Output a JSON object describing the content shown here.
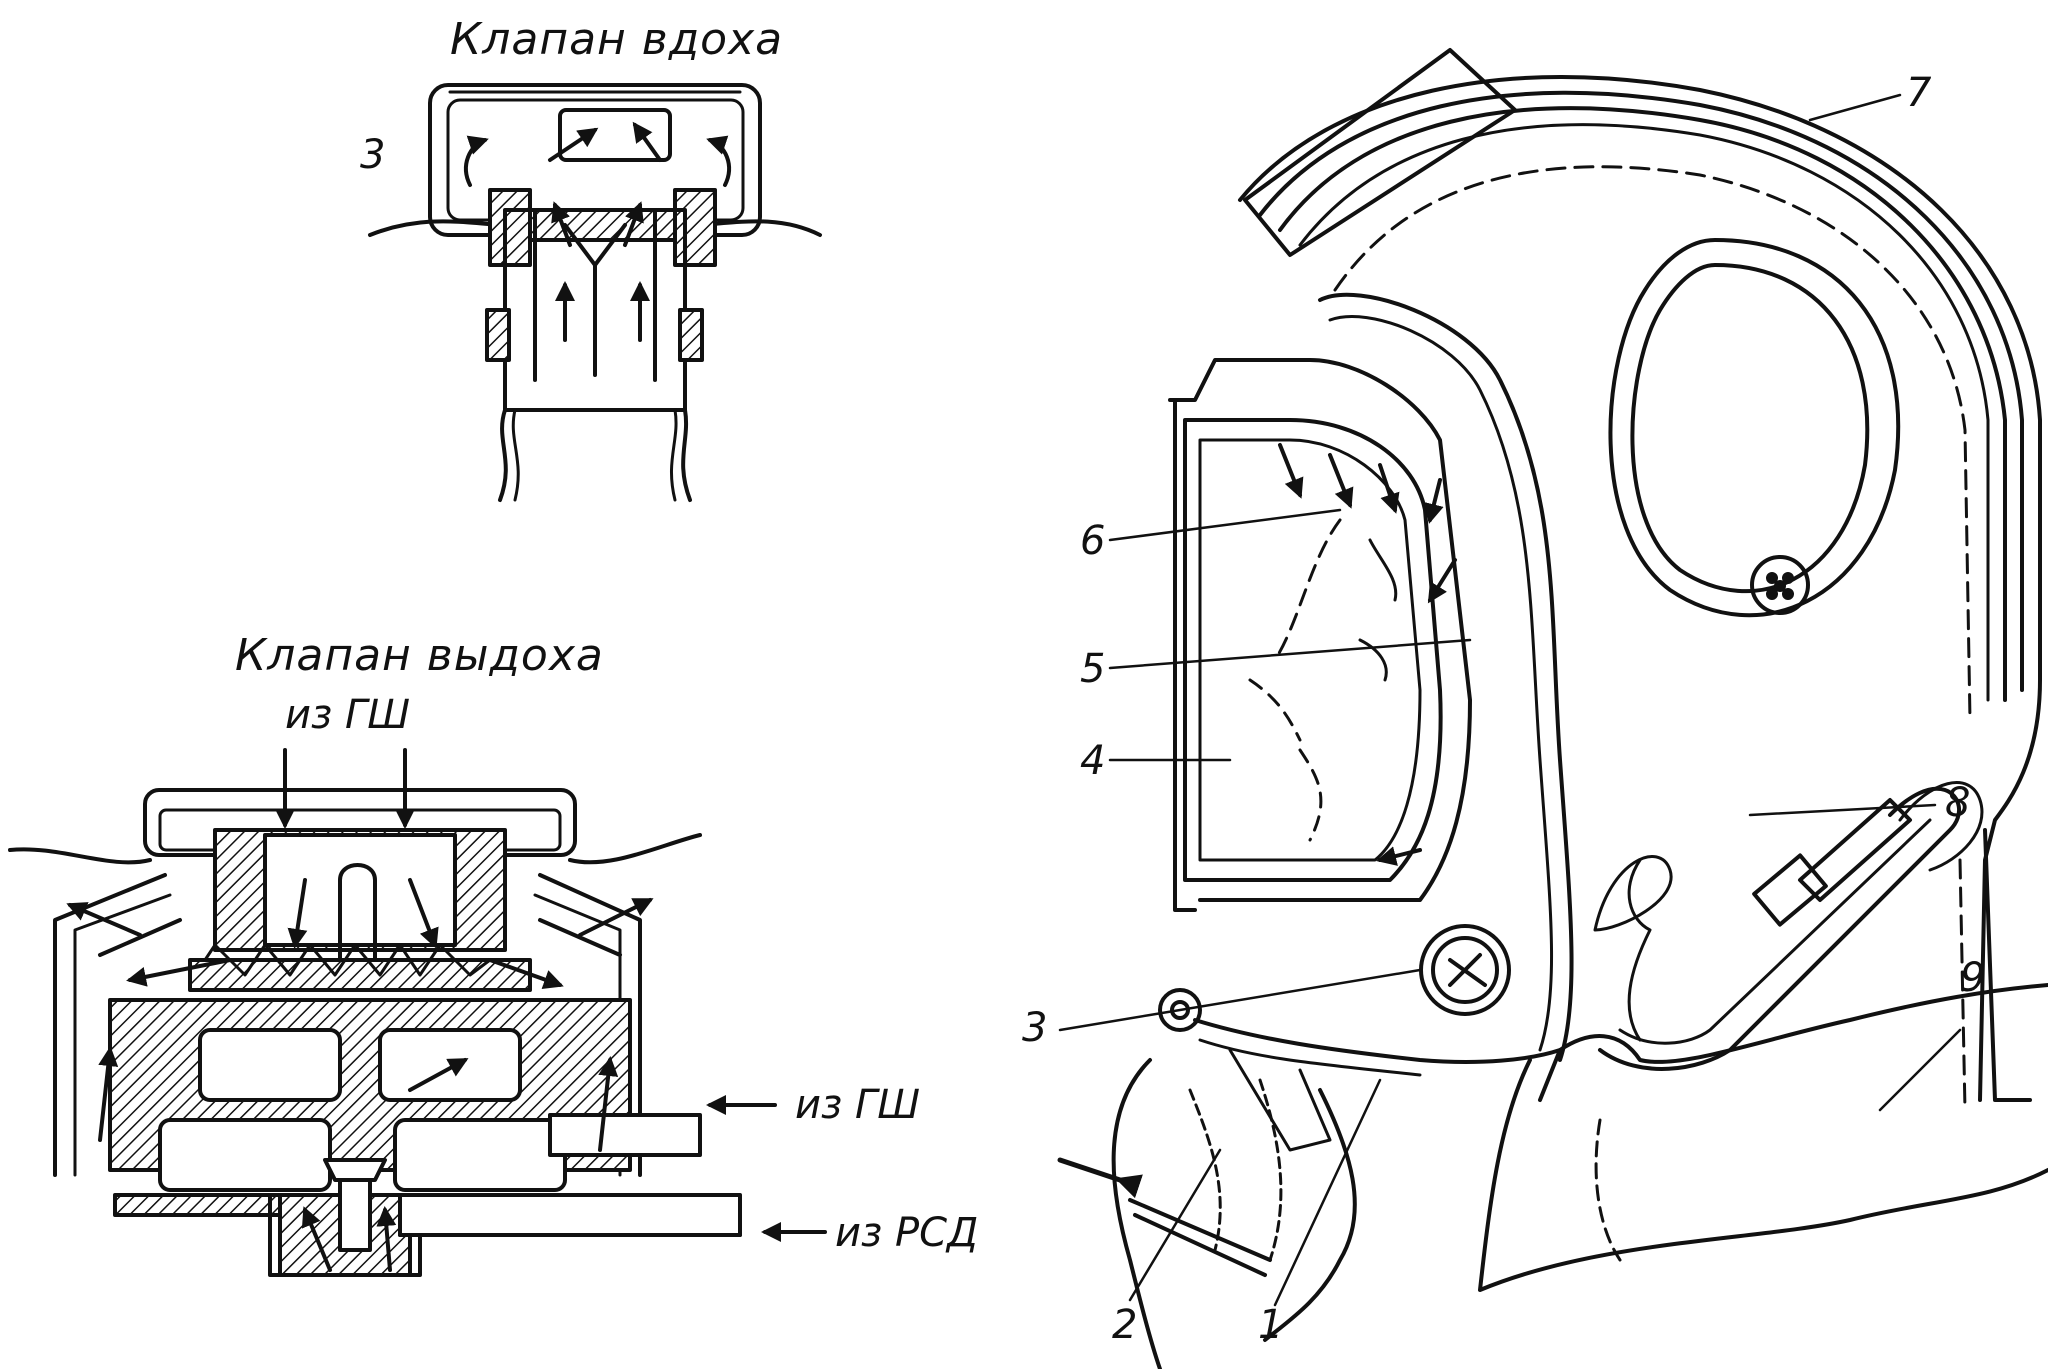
{
  "inhale_valve": {
    "title": "Клапан вдоха",
    "callout": "3"
  },
  "exhale_valve": {
    "title": "Клапан выдоха",
    "inlet_top": "из ГШ",
    "inlet_side": "из ГШ",
    "inlet_bottom": "из РСД"
  },
  "helmet": {
    "callouts": [
      "1",
      "2",
      "3",
      "4",
      "5",
      "6",
      "7",
      "8",
      "9"
    ]
  }
}
